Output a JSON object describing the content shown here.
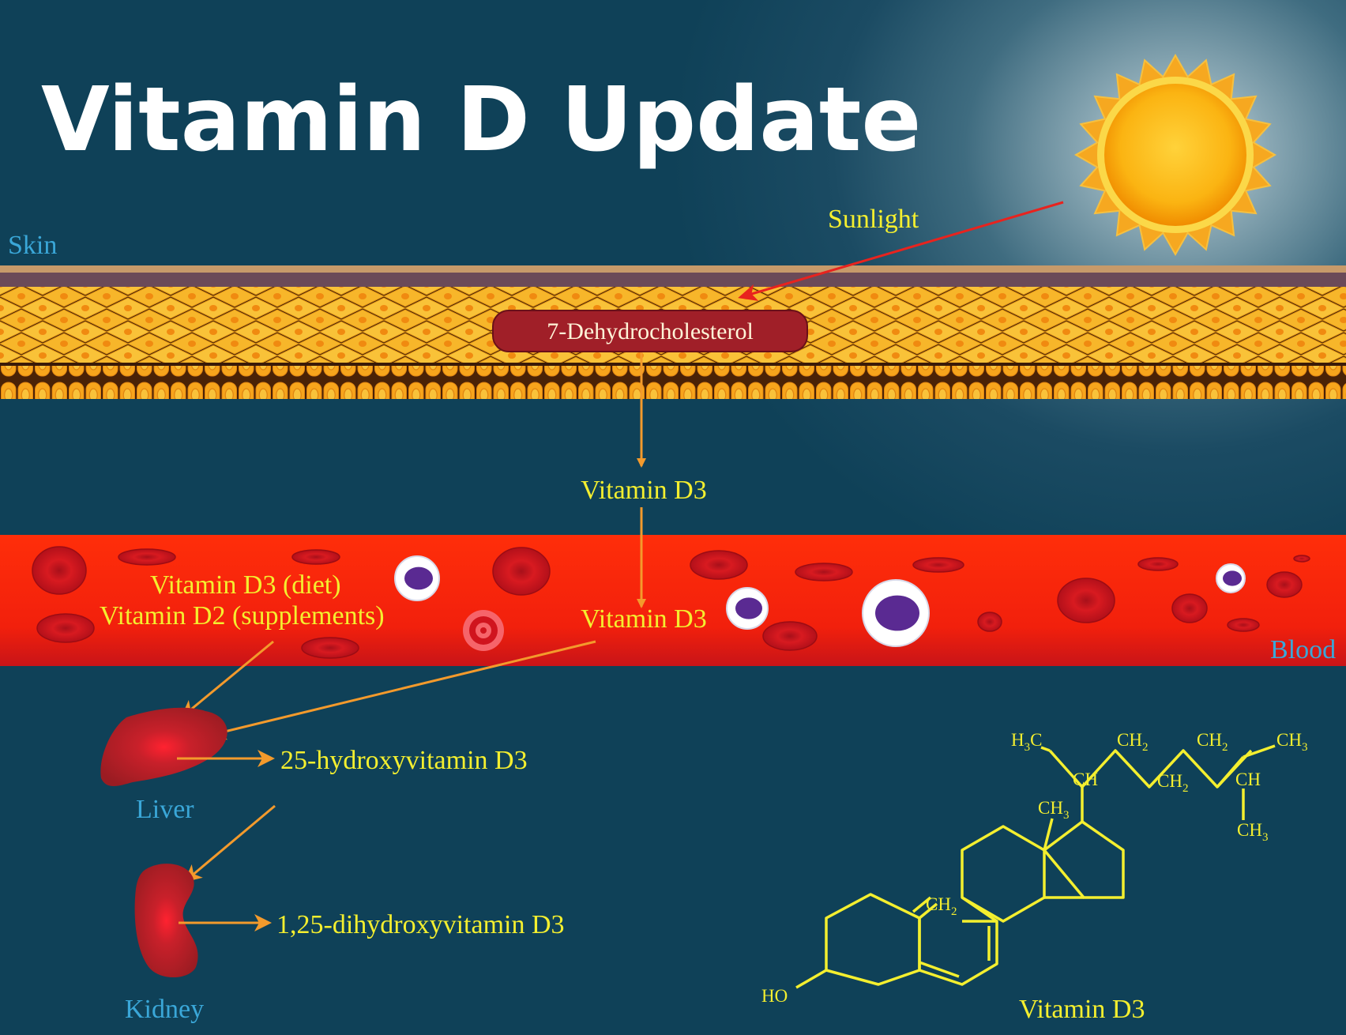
{
  "title": "Vitamin D Update",
  "labels": {
    "sunlight": "Sunlight",
    "skin": "Skin",
    "dehydro": "7-Dehydrocholesterol",
    "vitd3_skin": "Vitamin D3",
    "vitd3_blood": "Vitamin D3",
    "diet": "Vitamin D3 (diet)",
    "supplements": "Vitamin D2 (supplements)",
    "blood": "Blood",
    "liver": "Liver",
    "hydroxy25": "25-hydroxyvitamin D3",
    "kidney": "Kidney",
    "dihydroxy": "1,25-dihydroxyvitamin D3",
    "structure_caption": "Vitamin D3"
  },
  "structure": {
    "h3c": "H",
    "h3c_sub": "3",
    "h3c_c": "C",
    "ch_a": "CH",
    "ch2_a": "CH",
    "ch2_a_sub": "2",
    "ch2_b": "CH",
    "ch2_b_sub": "2",
    "ch2_c": "CH",
    "ch2_c_sub": "2",
    "ch_b": "CH",
    "ch3_a": "CH",
    "ch3_a_sub": "3",
    "ch3_b": "CH",
    "ch3_b_sub": "3",
    "ch3_ring": "CH",
    "ch3_ring_sub": "3",
    "ch2_ring": "CH",
    "ch2_ring_sub": "2",
    "ho": "HO"
  },
  "colors": {
    "background": "#0f4158",
    "blood": "#ff2a0a",
    "text_yellow": "#f4ef2f",
    "text_blue": "#3aa7d8",
    "arrow_orange": "#f39a2c",
    "arrow_red": "#e8231e",
    "label_box": "#a01f28"
  }
}
